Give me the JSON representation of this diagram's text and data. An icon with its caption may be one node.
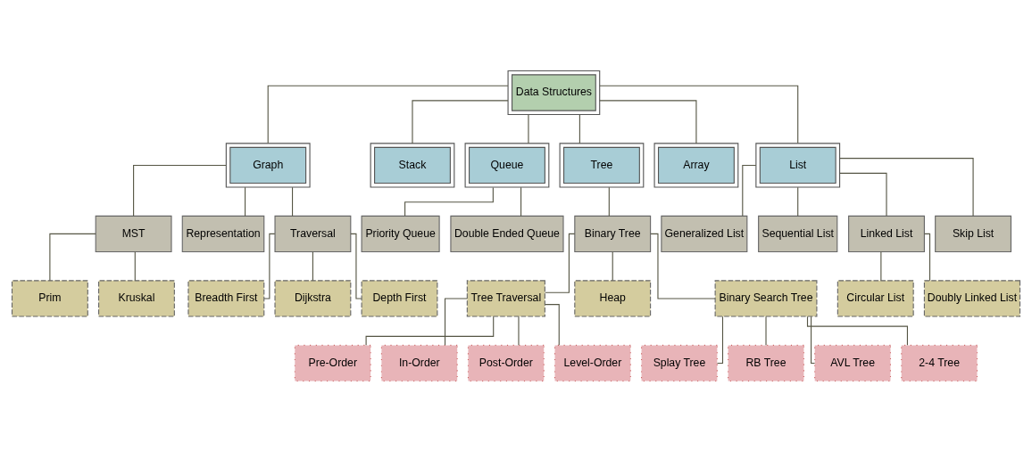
{
  "diagram": {
    "nodes": [
      {
        "text": [
          "Data Structures"
        ]
      },
      {
        "text": [
          "Graph"
        ]
      },
      {
        "text": [
          "Stack"
        ]
      },
      {
        "text": [
          "Queue"
        ]
      },
      {
        "text": [
          "Tree"
        ]
      },
      {
        "text": [
          "Array"
        ]
      },
      {
        "text": [
          "List"
        ]
      },
      {
        "text": [
          "MST"
        ]
      },
      {
        "text": [
          "Representation"
        ]
      },
      {
        "text": [
          "Traversal"
        ]
      },
      {
        "text": [
          "Priority Queue"
        ]
      },
      {
        "text": [
          "Double Ended Queue"
        ]
      },
      {
        "text": [
          "Binary Tree"
        ]
      },
      {
        "text": [
          "Generalized List"
        ]
      },
      {
        "text": [
          "Sequential List"
        ]
      },
      {
        "text": [
          "Linked List"
        ]
      },
      {
        "text": [
          "Skip List"
        ]
      },
      {
        "text": [
          "Prim"
        ]
      },
      {
        "text": [
          "Kruskal"
        ]
      },
      {
        "text": [
          "Breadth First"
        ]
      },
      {
        "text": [
          "Dijkstra"
        ]
      },
      {
        "text": [
          "Depth First"
        ]
      },
      {
        "text": [
          "Tree Traversal"
        ]
      },
      {
        "text": [
          "Heap"
        ]
      },
      {
        "text": [
          "Binary Search Tree"
        ]
      },
      {
        "text": [
          "Circular List"
        ]
      },
      {
        "text": [
          "Doubly Linked List"
        ]
      },
      {
        "text": [
          "Pre-Order"
        ]
      },
      {
        "text": [
          "In-Order"
        ]
      },
      {
        "text": [
          "Post-Order"
        ]
      },
      {
        "text": [
          "Level-Order"
        ]
      },
      {
        "text": [
          "Splay Tree"
        ]
      },
      {
        "text": [
          "RB Tree"
        ]
      },
      {
        "text": [
          "AVL Tree"
        ]
      },
      {
        "text": [
          "2-4 Tree"
        ]
      }
    ],
    "edges": [
      {
        "from": 0,
        "to": 1,
        "arrow": "none"
      },
      {
        "from": 0,
        "to": 2,
        "arrow": "none"
      },
      {
        "from": 0,
        "to": 3,
        "arrow": "none"
      },
      {
        "from": 0,
        "to": 4,
        "arrow": "none"
      },
      {
        "from": 0,
        "to": 5,
        "arrow": "none"
      },
      {
        "from": 0,
        "to": 6,
        "arrow": "none"
      },
      {
        "from": 1,
        "to": 7,
        "arrow": "none"
      },
      {
        "from": 1,
        "to": 8,
        "arrow": "none"
      },
      {
        "from": 1,
        "to": 9,
        "arrow": "none"
      },
      {
        "from": 3,
        "to": 10,
        "arrow": "none"
      },
      {
        "from": 3,
        "to": 11,
        "arrow": "none"
      },
      {
        "from": 4,
        "to": 12,
        "arrow": "none"
      },
      {
        "from": 6,
        "to": 13,
        "arrow": "none"
      },
      {
        "from": 6,
        "to": 14,
        "arrow": "none"
      },
      {
        "from": 6,
        "to": 15,
        "arrow": "none"
      },
      {
        "from": 6,
        "to": 16,
        "arrow": "none"
      },
      {
        "from": 7,
        "to": 17,
        "arrow": "none"
      },
      {
        "from": 7,
        "to": 18,
        "arrow": "none"
      },
      {
        "from": 9,
        "to": 19,
        "arrow": "none"
      },
      {
        "from": 9,
        "to": 20,
        "arrow": "none"
      },
      {
        "from": 9,
        "to": 21,
        "arrow": "none"
      },
      {
        "from": 12,
        "to": 22,
        "arrow": "none"
      },
      {
        "from": 12,
        "to": 23,
        "arrow": "none"
      },
      {
        "from": 12,
        "to": 24,
        "arrow": "none"
      },
      {
        "from": 15,
        "to": 25,
        "arrow": "none"
      },
      {
        "from": 15,
        "to": 26,
        "arrow": "none"
      },
      {
        "from": 22,
        "to": 27,
        "arrow": "none"
      },
      {
        "from": 22,
        "to": 28,
        "arrow": "none"
      },
      {
        "from": 22,
        "to": 29,
        "arrow": "none"
      },
      {
        "from": 22,
        "to": 30,
        "arrow": "none"
      },
      {
        "from": 24,
        "to": 31,
        "arrow": "none"
      },
      {
        "from": 24,
        "to": 32,
        "arrow": "none"
      },
      {
        "from": 24,
        "to": 33,
        "arrow": "none"
      },
      {
        "from": 24,
        "to": 34,
        "arrow": "none"
      }
    ]
  }
}
